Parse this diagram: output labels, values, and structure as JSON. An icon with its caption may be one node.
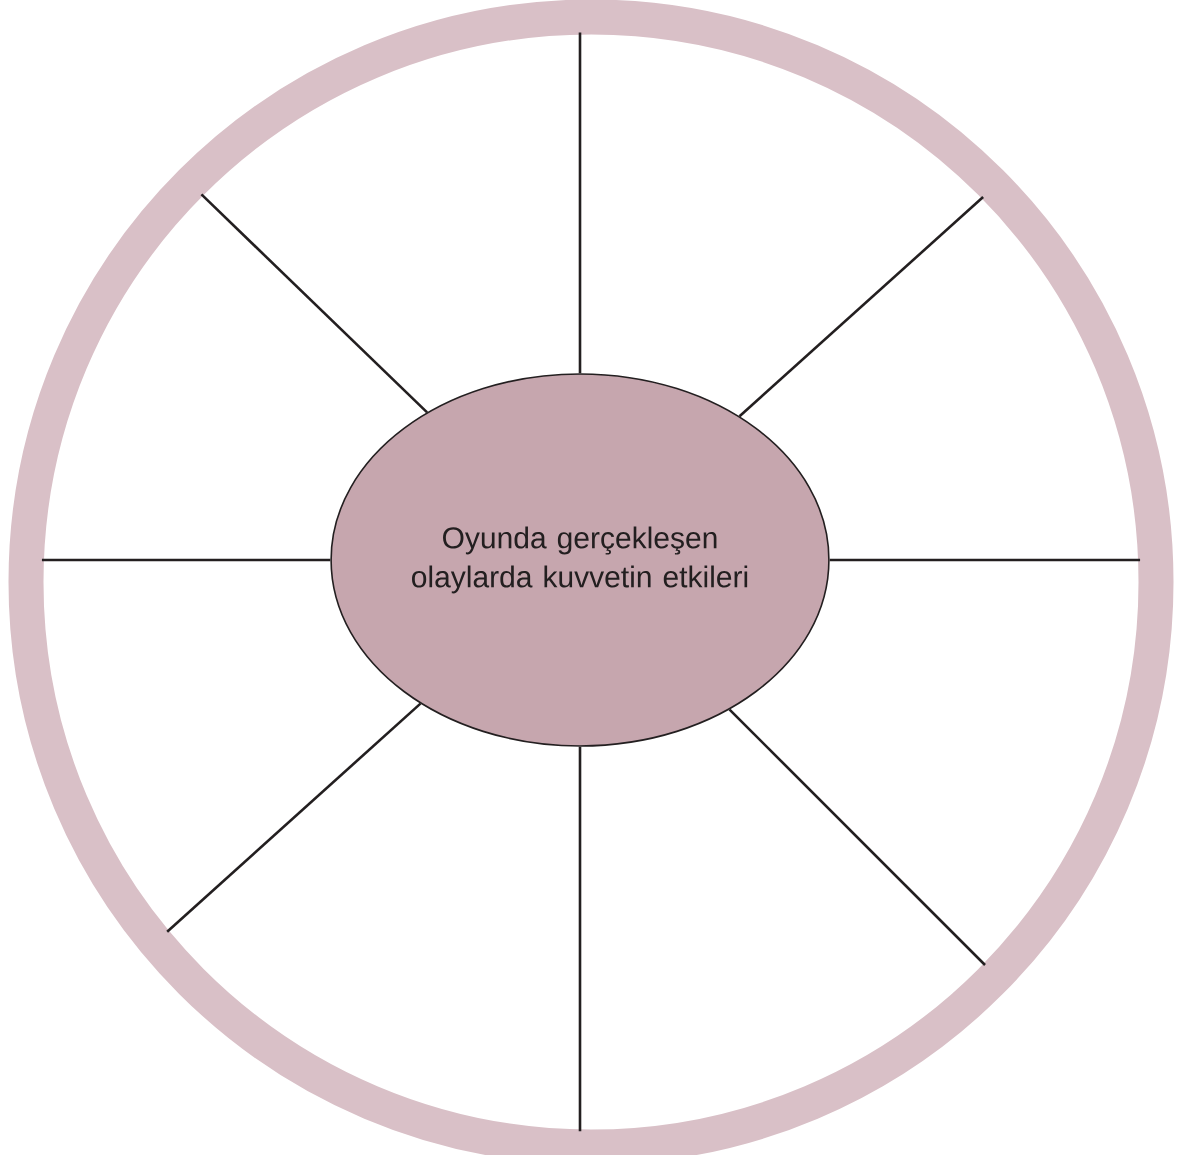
{
  "diagram": {
    "nodes": [
      {
        "text": [],
        "shape": "circle"
      },
      {
        "text": [
          "Oyunda gerçekleşen olaylarda kuvvetin etkileri"
        ],
        "in": 0
      }
    ],
    "edges": [
      {
        "from": 1,
        "to": 0,
        "arrow": "none"
      },
      {
        "from": 1,
        "to": 0,
        "arrow": "none"
      },
      {
        "from": 1,
        "to": 0,
        "arrow": "none"
      },
      {
        "from": 1,
        "to": 0,
        "arrow": "none"
      },
      {
        "from": 1,
        "to": 0,
        "arrow": "none"
      },
      {
        "from": 1,
        "to": 0,
        "arrow": "none"
      },
      {
        "from": 1,
        "to": 0,
        "arrow": "none"
      },
      {
        "from": 1,
        "to": 0,
        "arrow": "none"
      }
    ]
  }
}
